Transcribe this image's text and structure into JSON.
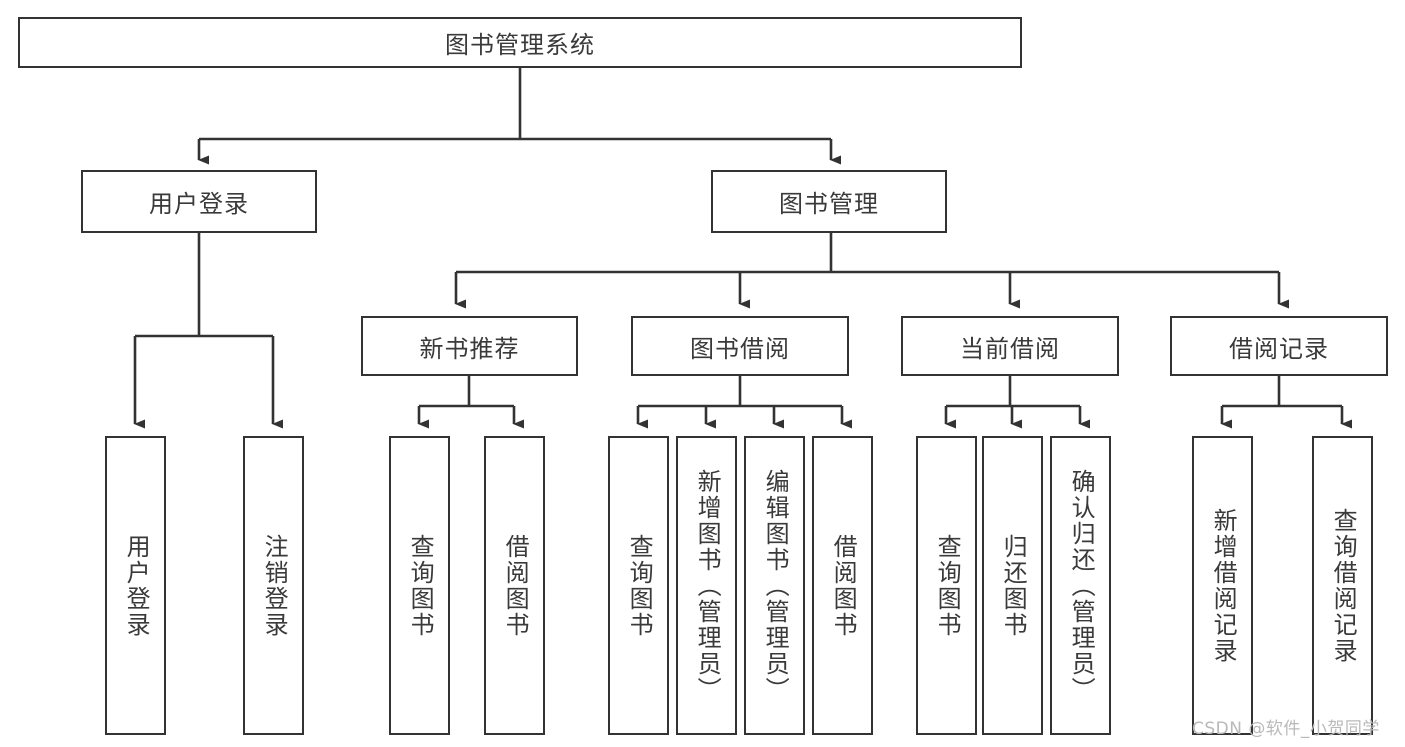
{
  "diagram": {
    "title": "图书管理系统",
    "watermark": "CSDN @软件_小贺同学",
    "nodes": {
      "root": "图书管理系统",
      "user_login": "用户登录",
      "book_manage": "图书管理",
      "new_book_rec": "新书推荐",
      "book_borrow": "图书借阅",
      "current_borrow": "当前借阅",
      "borrow_record": "借阅记录",
      "leaf_user_login": "用户登录",
      "leaf_logout_login": "注销登录",
      "leaf_query_book_1": "查询图书",
      "leaf_borrow_book_1": "借阅图书",
      "leaf_query_book_2": "查询图书",
      "leaf_add_book_admin": "新增图书（管理员）",
      "leaf_edit_book_admin": "编辑图书（管理员）",
      "leaf_borrow_book_2": "借阅图书",
      "leaf_query_book_3": "查询图书",
      "leaf_return_book": "归还图书",
      "leaf_confirm_return_admin": "确认归还（管理员）",
      "leaf_add_borrow_record": "新增借阅记录",
      "leaf_query_borrow_record": "查询借阅记录"
    },
    "colors": {
      "stroke": "#333333",
      "text": "#3a3a3a",
      "background": "#ffffff",
      "watermark": "#b9b9b9"
    }
  }
}
